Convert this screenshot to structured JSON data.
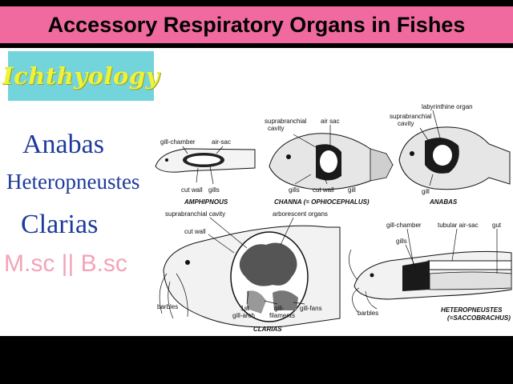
{
  "title": "Accessory Respiratory Organs in Fishes",
  "subject_badge": "Ichthyology",
  "genera": [
    "Anabas",
    "Heteropneustes",
    "Clarias"
  ],
  "course": "M.sc || B.sc",
  "figures": {
    "amphipnous": {
      "caption": "AMPHIPNOUS",
      "labels": [
        "gill-chamber",
        "air-sac",
        "cut wall",
        "gills"
      ]
    },
    "channa": {
      "caption": "CHANNA (= OPHIOCEPHALUS)",
      "labels": [
        "suprabranchial",
        "cavity",
        "air sac",
        "gills",
        "cut wall",
        "gill"
      ]
    },
    "anabas": {
      "caption": "ANABAS",
      "labels": [
        "labyrinthine organ",
        "suprabranchial",
        "cavity",
        "gill"
      ]
    },
    "clarias": {
      "caption": "CLARIAS",
      "labels": [
        "suprabranchial cavity",
        "arborescent organs",
        "cut wall",
        "barbles",
        "1st",
        "gill-arch",
        "gill-",
        "filaments",
        "gill-fans"
      ]
    },
    "heteropneustes": {
      "caption": "HETEROPNEUSTES",
      "caption2": "(=SACCOBRACHUS)",
      "labels": [
        "gill-chamber",
        "tubular air-sac",
        "gut",
        "gills",
        "barbles"
      ]
    }
  },
  "colors": {
    "banner": "#f06aa0",
    "badge_bg": "#74d4dc",
    "badge_text": "#eef23a",
    "genus_text": "#1e3a9b",
    "course_text": "#f3a3b8"
  }
}
